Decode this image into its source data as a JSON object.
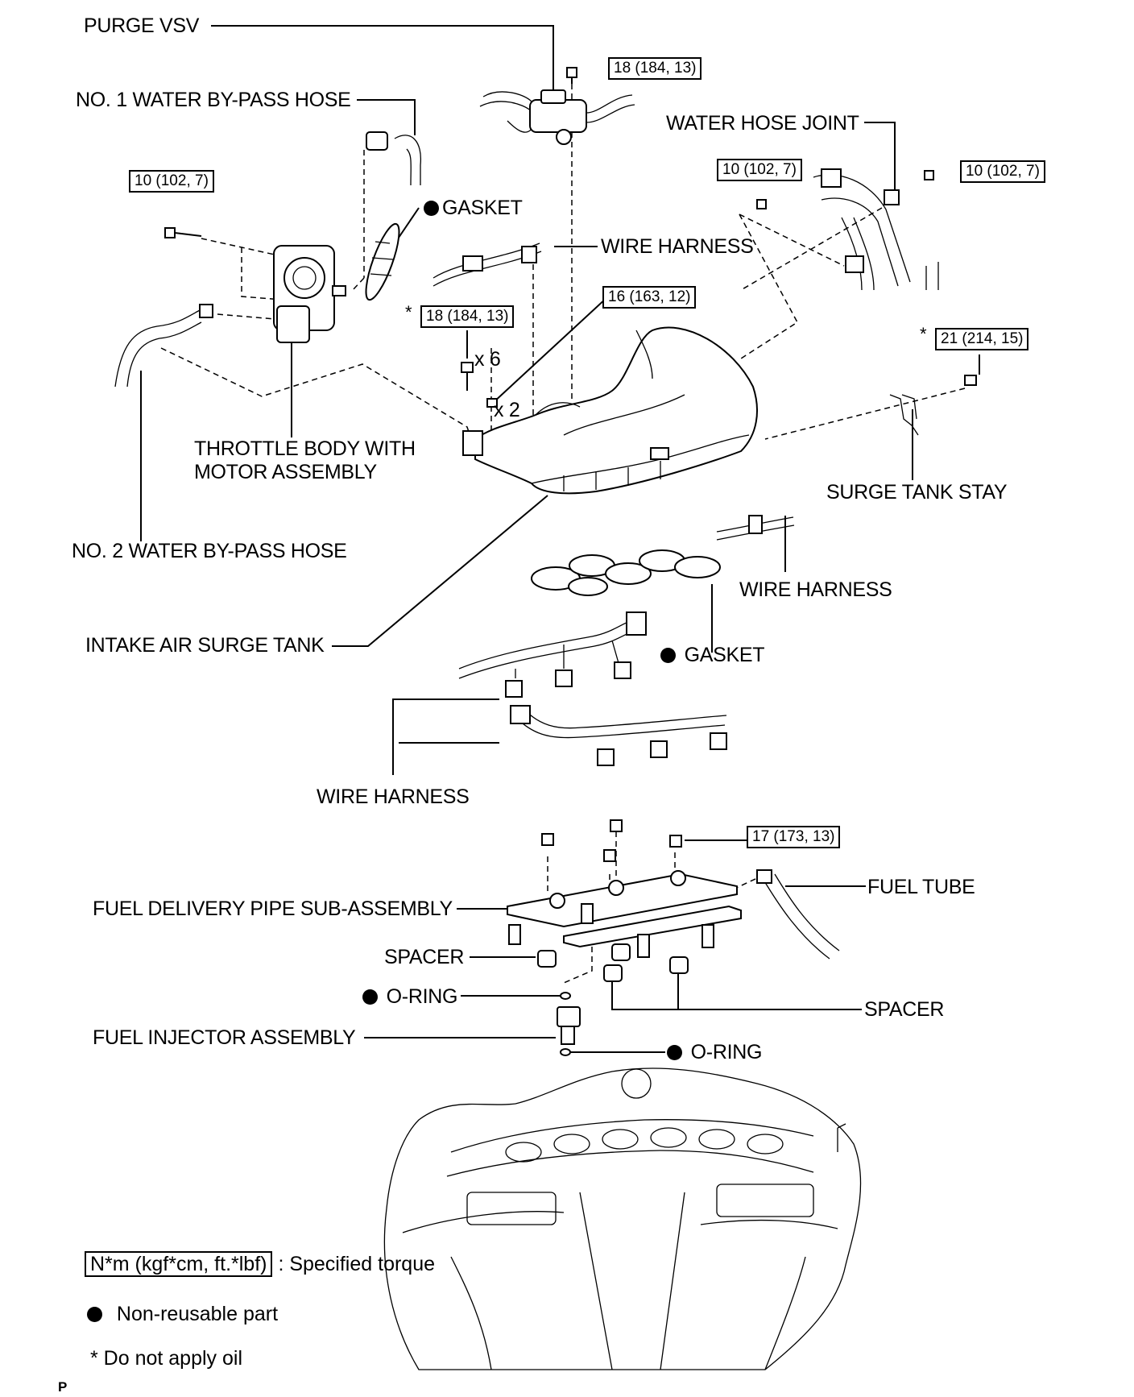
{
  "labels": {
    "purge_vsv": "PURGE VSV",
    "water_bypass_hose_1": "NO. 1 WATER BY-PASS HOSE",
    "gasket_top": "GASKET",
    "water_hose_joint": "WATER HOSE JOINT",
    "wire_harness_top": "WIRE HARNESS",
    "throttle_body_line1": "THROTTLE BODY WITH",
    "throttle_body_line2": "MOTOR ASSEMBLY",
    "surge_tank_stay": "SURGE TANK STAY",
    "water_bypass_hose_2": "NO. 2 WATER BY-PASS HOSE",
    "wire_harness_mid": "WIRE HARNESS",
    "intake_air_surge_tank": "INTAKE AIR SURGE TANK",
    "gasket_mid": "GASKET",
    "wire_harness_lower": "WIRE HARNESS",
    "fuel_tube": "FUEL TUBE",
    "fuel_delivery_pipe": "FUEL DELIVERY PIPE SUB-ASSEMBLY",
    "spacer_left": "SPACER",
    "o_ring_upper": "O-RING",
    "spacer_right": "SPACER",
    "fuel_injector": "FUEL INJECTOR ASSEMBLY",
    "o_ring_lower": "O-RING"
  },
  "torques": {
    "purge_vsv_bolt": "18 (184, 13)",
    "throttle_bolt": "10 (102, 7)",
    "water_joint_left": "10 (102, 7)",
    "water_joint_right": "10 (102, 7)",
    "surge_tank_nut": "16 (163, 12)",
    "surge_tank_bolt": "18 (184, 13)",
    "surge_stay_bolt": "21 (214, 15)",
    "fuel_pipe_bolt": "17 (173, 13)"
  },
  "quantities": {
    "surge_bolt_qty": "x 6",
    "surge_nut_qty": "x 2"
  },
  "markers": {
    "no_oil_star": "*"
  },
  "legend": {
    "torque_key": "N*m (kgf*cm, ft.*lbf)",
    "torque_desc": ": Specified torque",
    "nonreusable_desc": "Non-reusable part",
    "no_oil_note": "* Do not apply oil"
  },
  "footer": {
    "corner_letter": "P"
  }
}
